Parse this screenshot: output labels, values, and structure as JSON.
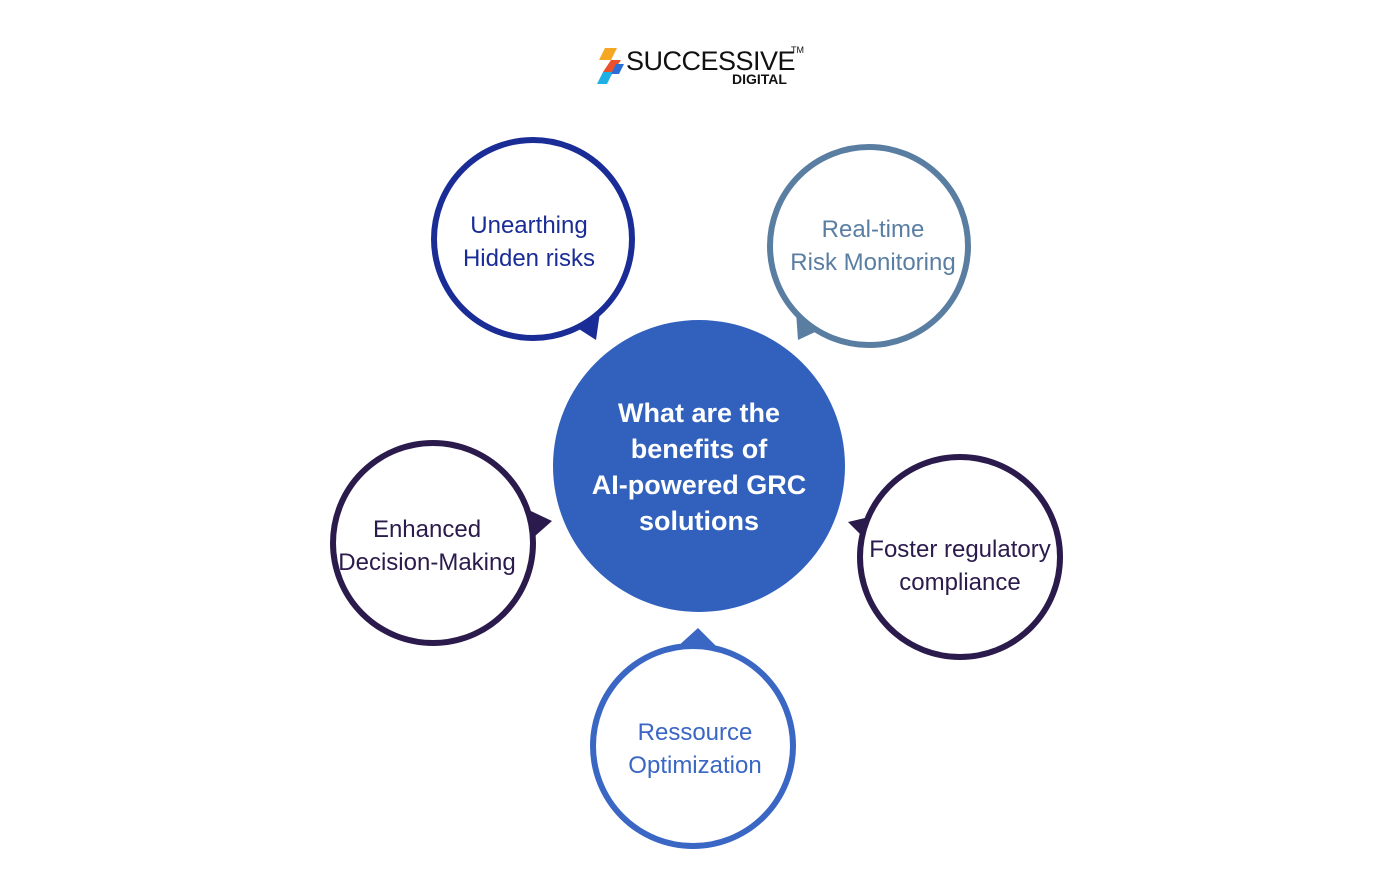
{
  "brand": {
    "name": "SUCCESSIVE",
    "trademark": "TM",
    "subtitle": "DIGITAL",
    "colors": [
      "#f5a623",
      "#e8502e",
      "#1fb0e6",
      "#2a6fd6"
    ]
  },
  "center": {
    "lines": [
      "What are the",
      "benefits of",
      "AI-powered GRC",
      "solutions"
    ],
    "color": "#3160bd"
  },
  "bubbles": [
    {
      "id": "unearthing-hidden-risks",
      "lines": [
        "Unearthing",
        "Hidden risks"
      ],
      "color": "#1a2d96"
    },
    {
      "id": "real-time-risk-monitoring",
      "lines": [
        "Real-time",
        "Risk Monitoring"
      ],
      "color": "#5a7ea2"
    },
    {
      "id": "enhanced-decision-making",
      "lines": [
        "Enhanced",
        "Decision-Making"
      ],
      "color": "#2b1a4c"
    },
    {
      "id": "foster-regulatory-compliance",
      "lines": [
        "Foster regulatory",
        "compliance"
      ],
      "color": "#2b1a4c"
    },
    {
      "id": "ressource-optimization",
      "lines": [
        "Ressource",
        "Optimization"
      ],
      "color": "#3a66c4"
    }
  ]
}
